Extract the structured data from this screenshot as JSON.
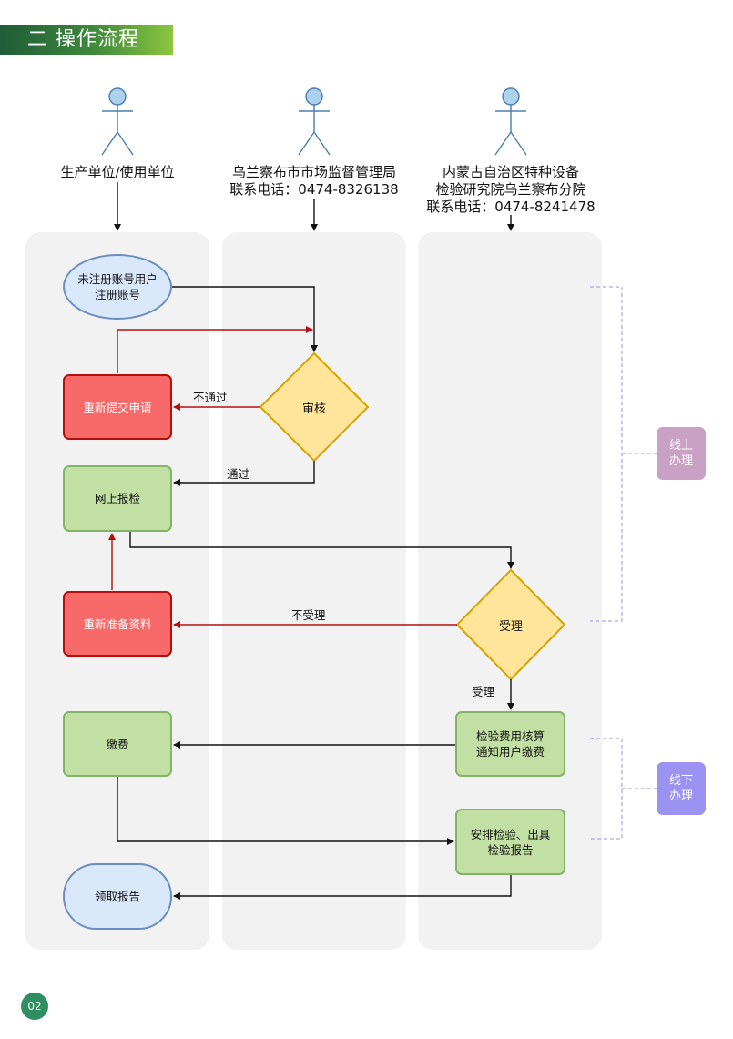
{
  "header": {
    "title": "二 操作流程"
  },
  "actors": [
    {
      "lines": [
        "生产单位/使用单位"
      ]
    },
    {
      "lines": [
        "乌兰察布市市场监督管理局",
        "联系电话：0474-8326138"
      ]
    },
    {
      "lines": [
        "内蒙古自治区特种设备",
        "检验研究院乌兰察布分院",
        "联系电话：0474-8241478"
      ]
    }
  ],
  "nodes": {
    "register": [
      "未注册账号用户",
      "注册账号"
    ],
    "review": "审核",
    "resubmit": "重新提交申请",
    "online_report": "网上报检",
    "reprepare": "重新准备资料",
    "accept": "受理",
    "fee_calc": [
      "检验费用核算",
      "通知用户缴费"
    ],
    "pay": "缴费",
    "arrange": [
      "安排检验、出具",
      "检验报告"
    ],
    "receive": "领取报告"
  },
  "edge_labels": {
    "not_pass": "不通过",
    "pass": "通过",
    "not_accept": "不受理",
    "accepted": "受理"
  },
  "side_badges": {
    "online": [
      "线上",
      "办理"
    ],
    "offline": [
      "线下",
      "办理"
    ]
  },
  "colors": {
    "process_fill": "#c2e0a3",
    "reject_fill": "#f86a6a",
    "decision_fill": "#ffe599",
    "start_fill": "#dae8fc",
    "online_badge": "#c9a1c4",
    "offline_badge": "#9b92f2",
    "reject_line": "#b30f0f"
  },
  "page_number": "02"
}
